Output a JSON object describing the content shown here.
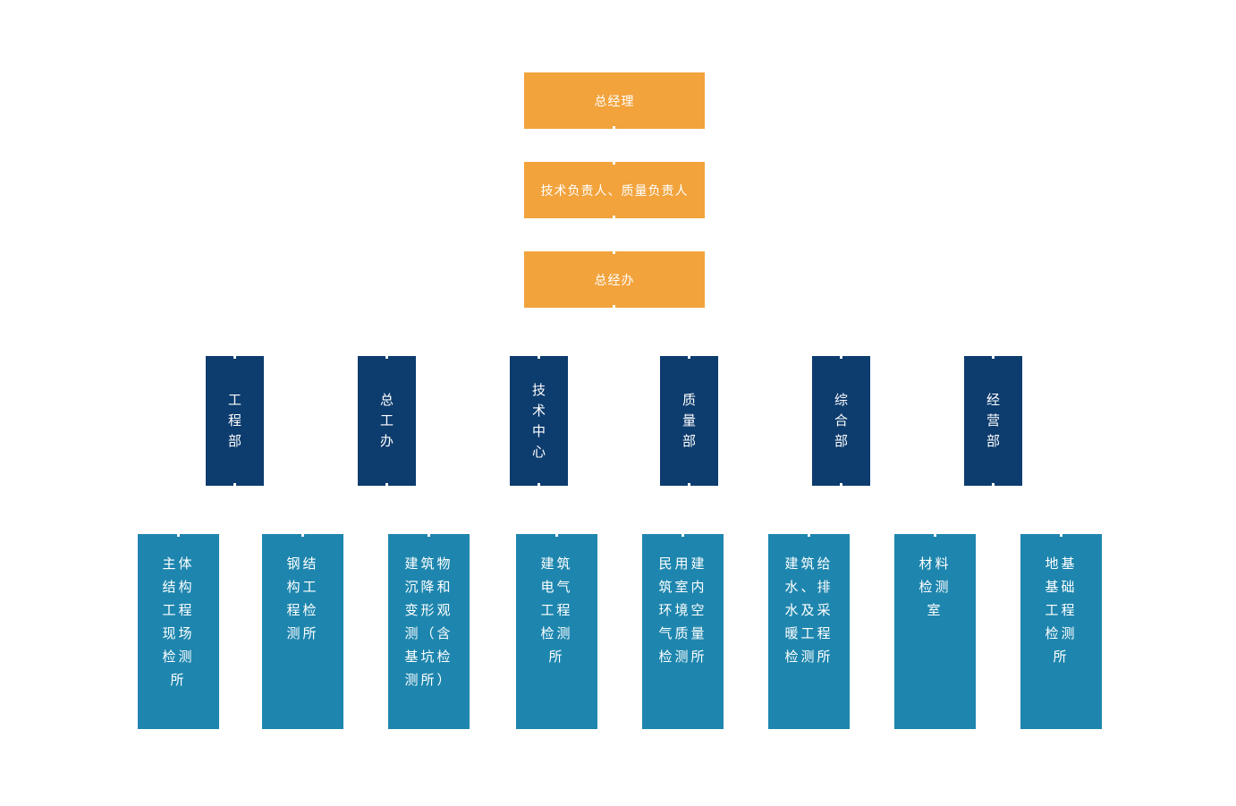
{
  "page": {
    "background_color": "#ffffff",
    "type": "organization-chart"
  },
  "org": {
    "colors": {
      "level1_fill": "#F2A33C",
      "level2_fill": "#0D3C6E",
      "level3_fill": "#1E86AE",
      "text": "#ffffff"
    },
    "top_nodes": [
      {
        "label": "总经理"
      },
      {
        "label": "技术负责人、质量负责人"
      },
      {
        "label": "总经办"
      }
    ],
    "departments": [
      {
        "label": "工程部",
        "display": "工\n程\n部"
      },
      {
        "label": "总工办",
        "display": "总\n工\n办"
      },
      {
        "label": "技术中心",
        "display": "技\n术\n中\n心"
      },
      {
        "label": "质量部",
        "display": "质\n量\n部"
      },
      {
        "label": "综合部",
        "display": "综\n合\n部"
      },
      {
        "label": "经营部",
        "display": "经\n营\n部"
      }
    ],
    "units": [
      {
        "label": "主体结构工程现场检测所",
        "display": "主体\n结构\n工程\n现场\n检测\n所"
      },
      {
        "label": "钢结构工程检测所",
        "display": "钢结\n构工\n程检\n测所"
      },
      {
        "label": "建筑物沉降和变形观测（含基坑检测所）",
        "display": "建筑物\n沉降和\n变形观\n测（含\n基坑检\n测所）"
      },
      {
        "label": "建筑电气工程检测所",
        "display": "建筑\n电气\n工程\n检测\n所"
      },
      {
        "label": "民用建筑室内环境空气质量检测所",
        "display": "民用建\n筑室内\n环境空\n气质量\n检测所"
      },
      {
        "label": "建筑给水、排水及采暖工程检测所",
        "display": "建筑给\n水、排\n水及采\n暖工程\n检测所"
      },
      {
        "label": "材料检测室",
        "display": "材料\n检测\n室"
      },
      {
        "label": "地基基础工程检测所",
        "display": "地基\n基础\n工程\n检测\n所"
      }
    ]
  }
}
